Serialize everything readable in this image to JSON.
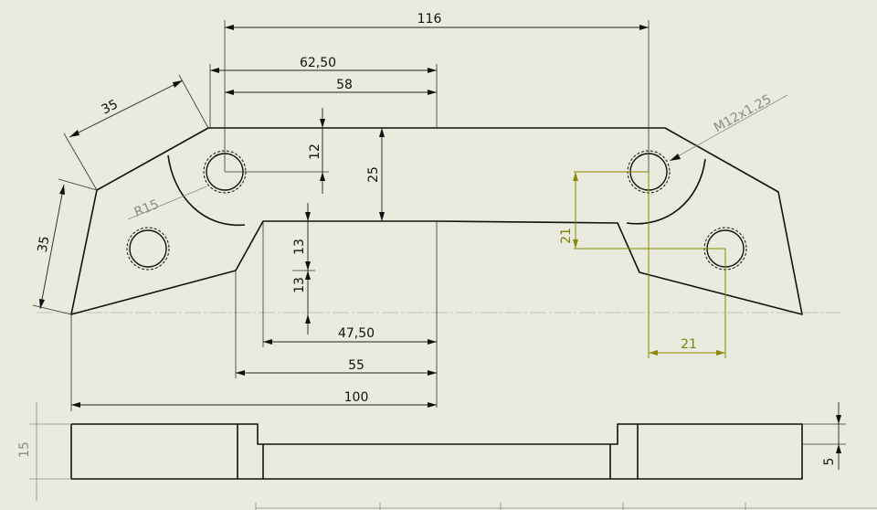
{
  "dimensions": {
    "overall_top": "116",
    "hole_offset": "62,50",
    "inner_offset": "58",
    "left_edge_top": "35",
    "left_edge_side": "35",
    "radius": "R15",
    "hole_depth": "12",
    "web_height": "25",
    "step_upper": "13",
    "step_lower": "13",
    "pocket_width": "47,50",
    "slot_width": "55",
    "half_length": "100",
    "thread_callout": "M12x1.25",
    "hole_pitch_vertical": "21",
    "hole_pitch_horizontal": "21",
    "side_thickness": "15",
    "side_step": "5"
  },
  "colors": {
    "background": "#e9ebde",
    "line": "#111111",
    "reference": "#8a8c84",
    "highlight": "#8a8a00"
  }
}
